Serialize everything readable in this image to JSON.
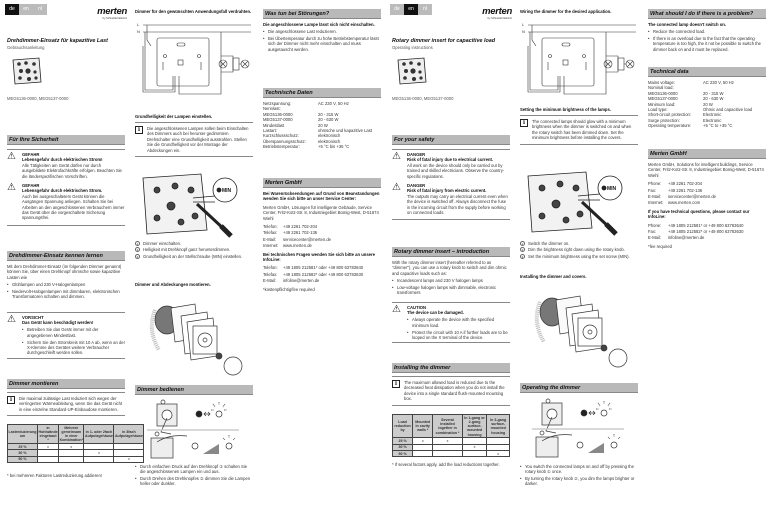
{
  "pages": {
    "de": {
      "langs": [
        "de",
        "en",
        "nl"
      ],
      "logo": {
        "name": "merten",
        "tagline": "by Schneider Electric"
      },
      "title": "Drehdimmer-Einsatz für kapazitive Last",
      "subtitle": "Gebrauchsanleitung",
      "models": "MEG5136-0000, MEG5137-0000",
      "safety": {
        "heading": "Für Ihre Sicherheit",
        "warnings": [
          {
            "level": "GEFAHR",
            "headline": "Lebensgefahr durch elektrischen Strom!",
            "text": "Alle Tätigkeiten am Gerät dürfen nur durch ausgebildete Elektrofachkräfte erfolgen. Beachten Sie die länderspezifischen Vorschriften."
          },
          {
            "level": "GEFAHR",
            "headline": "Lebensgefahr durch elektrischen Strom.",
            "text": "Auch bei ausgeschaltetem Gerät können die Ausgängen Spannung anliegen. Schalten Sie bei Arbeiten an den angeschlossenen Verbrauchern immer das Gerät über die vorgeschaltete Sicherung spannungsfrei."
          }
        ]
      },
      "intro": {
        "heading": "Drehdimmer-Einsatz kennen lernen",
        "text": "Mit dem Drehdimmer-Einsatz (im folgenden Dimmer genannt) können Sie, über einen Drehknopf ohmsche sowie kapazitive Lasten wie",
        "bullets": [
          "Glühlampen und 230 V-Halogenlampen",
          "Niedervolt-Halogenlampen mit dimmbaren, elektronischen Transformatoren schalten und dimmen."
        ]
      },
      "caution": {
        "level": "VORSICHT",
        "headline": "Das Gerät kann beschädigt werden!",
        "bullets": [
          "Betreiben Sie das Gerät immer mit der angegebenen Mindestlast.",
          "Sichern Sie den Stromkreis mit 10 A ab, wenn an der X-Klemme des Gerätes weitere Verbraucher durchgeschleift werden sollen."
        ]
      },
      "mount": {
        "heading": "Dimmer montieren",
        "info": "Die maximal zulässige Last reduziert sich wegen der verringerten Wärmeableitung, wenn Sie das Gerät nicht in eine einzelne Standard-UP-Einbaudose montieren.",
        "table": {
          "headers": [
            "Lastreduzierung um",
            "in Hohlwände eingebaut *",
            "Mehrere gemeinsam in einer Kombination*",
            "in 1- oder 2fach Aufputzgehäuse",
            "in 3fach Aufputzgehäuse"
          ],
          "rows": [
            [
              "25 %",
              "x",
              "x",
              "",
              ""
            ],
            [
              "30 %",
              "",
              "",
              "x",
              ""
            ],
            [
              "50 %",
              "",
              "",
              "",
              "x"
            ]
          ]
        },
        "footnote": "* bei mehreren Faktoren Lastreduzierung addieren!"
      },
      "wiring": {
        "heading": "Dimmer für den gewünschten Anwendungsfall verdrahten.",
        "L": "L",
        "N": "N"
      },
      "minimum": {
        "heading": "Grundhelligkeit der Lampen einstellen.",
        "info": "Die angeschlossenen Lampen sollen beim Einschalten des Dimmers auch bei herunter gedimmtem Drehschalter eine Grundhelligkeit ausstrahlen. Stellen Sie die Grundhelligkeit vor der Montage der Abdeckungen ein.",
        "min_label": "MIN",
        "steps": [
          "Dimmer einschalten.",
          "Helligkeit mit Drehknopf ganz herunterdimmen.",
          "Grundhelligkeit an der Stellschraube (MIN) einstellen."
        ]
      },
      "install": {
        "heading": "Dimmer und Abdeckungen montieren."
      },
      "operate": {
        "heading": "Dimmer bedienen",
        "bullets": [
          "Durch einfachen Druck auf den Drehknopf ① schalten Sie die angeschlossenen Lampen ein und aus.",
          "Durch Drehen des Drehknopfes ② dimmen Sie die Lampen heller oder dunkler."
        ]
      },
      "trouble": {
        "heading": "Was tun bei Störungen?",
        "problem": "Die angeschlossene Lampe lässt sich nicht einschalten.",
        "bullets": [
          "Die angeschlossene Last reduzieren.",
          "Bei Übertemperatur durch zu hohe Betriebstemperatur lässt sich der Dimmer nicht mehr einschalten und muss ausgetauscht werden."
        ]
      },
      "tech": {
        "heading": "Technische Daten",
        "rows": [
          [
            "Netzspannung:",
            "AC 230 V, 50 Hz"
          ],
          [
            "Nennlast:",
            ""
          ],
          [
            "MEG5136-0000",
            "20 - 315 W"
          ],
          [
            "MEG5137-0000",
            "20 - 630 W"
          ],
          [
            "Mindestlast",
            "20 W"
          ],
          [
            "Lastart:",
            "ohmsche und kapazitive Last"
          ],
          [
            "Kurzschlussschutz:",
            "elektronisch"
          ],
          [
            "Überspannungsschutz:",
            "elektronisch"
          ],
          [
            "Betriebstemperatur:",
            "+5 °C bis +35 °C"
          ]
        ]
      },
      "company": {
        "heading": "Merten GmbH",
        "intro": "Bei Warenrücksendungen auf Grund von Beanstandungen wenden Sie sich bitte an unser Service Center:",
        "address": "Merten GmbH, Lösungen für intelligente Gebäude, Service Center, Fritz-Kotz-Str. 8, Industriegebiet Bomig-West, D-51674 Wiehl",
        "contacts": [
          [
            "Telefon:",
            "+49 2261 702-204"
          ],
          [
            "Telefax:",
            "+49 2261 702-136"
          ],
          [
            "E-Mail:",
            "servicecenter@merten.de"
          ],
          [
            "Internet:",
            "www.merten.de"
          ]
        ],
        "infoline_heading": "Bei technischen Fragen wenden Sie sich bitte an unsere InfoLine:",
        "infoline": [
          [
            "Telefon:",
            "+49 1805 212581* oder +49 800 63783640"
          ],
          [
            "Telefax:",
            "+49 1805 212582* oder +49 800 63783630"
          ],
          [
            "E-Mail:",
            "infoline@merten.de"
          ]
        ],
        "fee": "*kostenpflichtig/fee required"
      }
    },
    "en": {
      "langs": [
        "de",
        "en",
        "nl"
      ],
      "logo": {
        "name": "merten",
        "tagline": "by Schneider Electric"
      },
      "title": "Rotary dimmer insert for capacitive load",
      "subtitle": "Operating instructions",
      "models": "MEG5136-0000, MEG5137-0000",
      "safety": {
        "heading": "For your safety",
        "warnings": [
          {
            "level": "DANGER",
            "headline": "Risk of fatal injury due to electrical current.",
            "text": "All work on the device should only be carried out by trained and skilled electricians. Observe the country-specific regulations."
          },
          {
            "level": "DANGER",
            "headline": "Risk of fatal injury from electric current.",
            "text": "The outputs may carry an electrical current even when the device is switched off. Always disconnect the fuse in the incoming circuit from the supply before working on connected loads."
          }
        ]
      },
      "intro": {
        "heading": "Rotary dimmer insert – introduction",
        "text": "With the rotary dimmer insert (hereafter referred to as \"dimmer\"), you can use a rotary knob to switch and dim ohmic and capacitive loads such as:",
        "bullets": [
          "Incandescent lamps and 230 V halogen lamps",
          "Low-voltage halogen lamps with dimmable, electronic transformers"
        ]
      },
      "caution": {
        "level": "CAUTION",
        "headline": "The device can be damaged.",
        "bullets": [
          "Always operate the device with the specified minimum load.",
          "Protect the circuit with 10 A if further loads are to be looped on the X terminal of the device."
        ]
      },
      "mount": {
        "heading": "Installing the dimmer",
        "info": "The maximum allowed load is reduced due to the decreased heat dissipation when you do not install the device into a single standard flush-mounted mounting box.",
        "table": {
          "headers": [
            "Load reduction by",
            "Mounted in cavity walls *",
            "Several installed together in combination *",
            "In 1-gang or 2-gang surface-mounted housing",
            "In 3-gang surface-mounted housing"
          ],
          "rows": [
            [
              "25 %",
              "x",
              "x",
              "",
              ""
            ],
            [
              "30 %",
              "",
              "",
              "x",
              ""
            ],
            [
              "50 %",
              "",
              "",
              "",
              "x"
            ]
          ]
        },
        "footnote": "* If several factors apply, add the load reductions together."
      },
      "wiring": {
        "heading": "Wiring the dimmer for the desired application.",
        "L": "L",
        "N": "N"
      },
      "minimum": {
        "heading": "Setting the minimum brightness of the lamps.",
        "info": "The connected lamps should glow with a minimum brightness when the dimmer is switched on and when the rotary switch has been dimmed down. Set the minimum brightness before installing the covers.",
        "min_label": "MIN",
        "steps": [
          "Switch the dimmer on.",
          "Dim the brightness right down using the rotary knob.",
          "Set the minimum brightness using the set screw (MIN)."
        ]
      },
      "install": {
        "heading": "Installing the dimmer and covers."
      },
      "operate": {
        "heading": "Operating the dimmer",
        "bullets": [
          "You switch the connected lamps on and off by pressing the rotary knob ① once.",
          "By turning the rotary knob ②, you dim the lamps brighter or darker."
        ]
      },
      "trouble": {
        "heading": "What should I do if there is a problem?",
        "problem": "The connected lamp doesn't switch on.",
        "bullets": [
          "Reduce the connected load.",
          "If there is an overload due to the fact that the operating temperature is too high, the it not be possible to switch the dimmer back on and it must be replaced."
        ]
      },
      "tech": {
        "heading": "Technical data",
        "rows": [
          [
            "Mains voltage:",
            "AC 230 V, 50 Hz"
          ],
          [
            "Nominal load:",
            ""
          ],
          [
            "MEG5136-0000",
            "20 - 315 W"
          ],
          [
            "MEG5137-0000",
            "20 - 630 W"
          ],
          [
            "Minimum load:",
            "20 W"
          ],
          [
            "Load type:",
            "Ohmic and capacitive load"
          ],
          [
            "Short-circuit protection:",
            "Electronic"
          ],
          [
            "Surge protection:",
            "Electronic"
          ],
          [
            "Operating temperature:",
            "+5 °C to +35 °C"
          ]
        ]
      },
      "company": {
        "heading": "Merten GmbH",
        "intro": "",
        "address": "Merten GmbH, Solutions for intelligent buildings, Service Center, Fritz-Kotz-Str. 8, Industriegebiet Bomig-West, D-51674 Wiehl",
        "contacts": [
          [
            "Phone:",
            "+49 2261 702-204"
          ],
          [
            "Fax:",
            "+49 2261 702-136"
          ],
          [
            "E-Mail:",
            "servicecenter@merten.de"
          ],
          [
            "Internet:",
            "www.merten.com"
          ]
        ],
        "infoline_heading": "If you have technical questions, please contact our InfoLine:",
        "infoline": [
          [
            "Phone:",
            "+49 1805 212581* or +49 800 63783640"
          ],
          [
            "Fax:",
            "+49 1805 212582* or +49 800 63783630"
          ],
          [
            "E-Mail:",
            "infoline@merten.de"
          ]
        ],
        "fee": "*fee required"
      }
    }
  }
}
